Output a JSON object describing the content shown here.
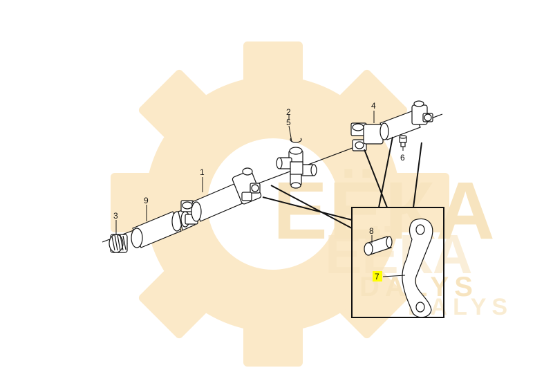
{
  "diagram": {
    "callouts": [
      {
        "id": "1",
        "label": "1"
      },
      {
        "id": "2",
        "label": "2"
      },
      {
        "id": "3",
        "label": "3"
      },
      {
        "id": "4",
        "label": "4"
      },
      {
        "id": "5",
        "label": "5"
      },
      {
        "id": "6",
        "label": "6"
      },
      {
        "id": "7",
        "label": "7",
        "highlighted": true
      },
      {
        "id": "8",
        "label": "8"
      },
      {
        "id": "9",
        "label": "9"
      }
    ],
    "highlight_color": "#ffff00"
  },
  "watermark": {
    "text_main": "ЕЁКА",
    "text_sub": "DALYS",
    "color": "#f7e4bf"
  }
}
